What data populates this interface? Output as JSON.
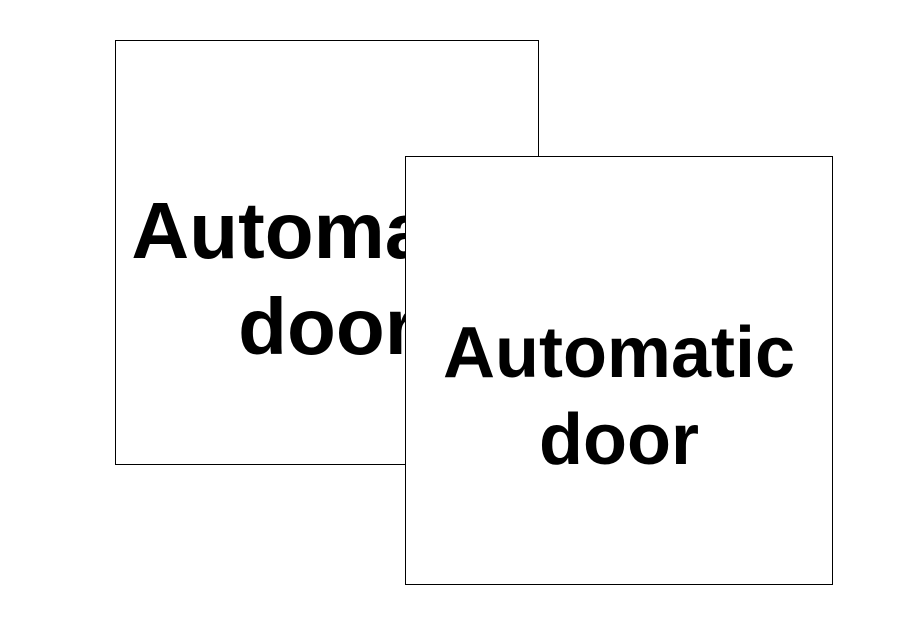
{
  "page": {
    "background_color": "#ffffff"
  },
  "signs": [
    {
      "id": "back-sign",
      "line1": "Automatic",
      "line2": "door",
      "text_color": "#000000",
      "border_color": "#000000",
      "background_color": "#ffffff"
    },
    {
      "id": "front-sign",
      "line1": "Automatic",
      "line2": "door",
      "text_color": "#000000",
      "border_color": "#000000",
      "background_color": "#ffffff"
    }
  ]
}
